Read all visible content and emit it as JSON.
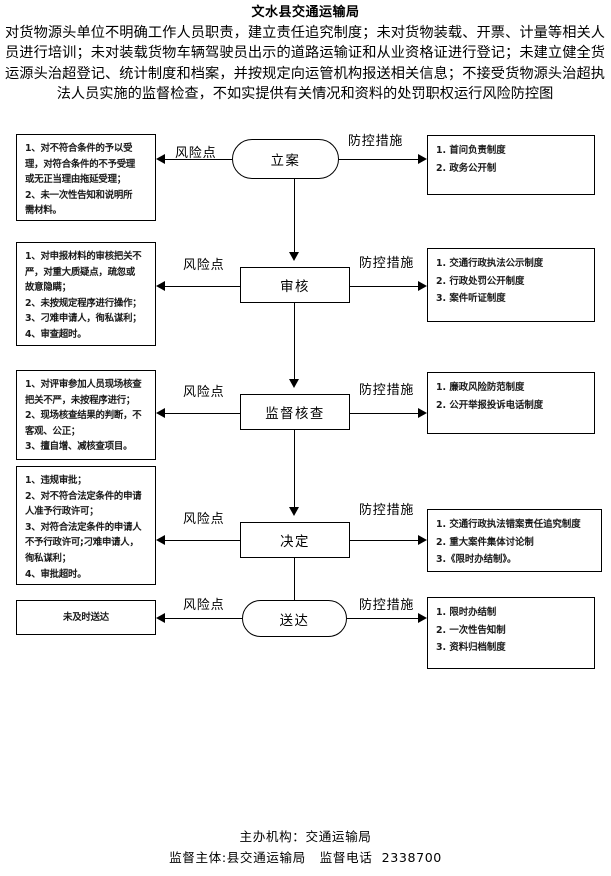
{
  "header": {
    "title": "文水县交通运输局",
    "subtitle": "对货物源头单位不明确工作人员职责，建立责任追究制度；未对货物装载、开票、计量等相关人员进行培训；未对装载货物车辆驾驶员出示的道路运输证和从业资格证进行登记；未建立健全货运源头治超登记、统计制度和档案，并按规定向运管机构报送相关信息；不接受货物源头治超执法人员实施的监督检查，不如实提供有关情况和资料的处罚职权运行风险防控图"
  },
  "labels": {
    "risk_point": "风险点",
    "control_measure": "防控措施"
  },
  "flow": {
    "steps": [
      {
        "node": "立案",
        "shape": "stadium",
        "risk_lines": [
          "1、对不符合条件的予以受",
          "理，对符合条件的不予受理",
          "或无正当理由拖延受理；",
          "2、未一次性告知和说明所",
          "需材料。"
        ],
        "measure_lines": [
          "1. 首问负责制度",
          "2. 政务公开制"
        ]
      },
      {
        "node": "审核",
        "shape": "rect",
        "risk_lines": [
          "1、对申报材料的审核把关不",
          "严，对重大质疑点，疏忽或",
          "故意隐瞒；",
          "2、未按规定程序进行操作；",
          "3、刁难申请人，徇私谋利；",
          "4、审查超时。"
        ],
        "measure_lines": [
          "1. 交通行政执法公示制度",
          "2. 行政处罚公开制度",
          "3. 案件听证制度"
        ]
      },
      {
        "node": "监督核查",
        "shape": "rect",
        "risk_lines": [
          "1、对评审参加人员现场核查",
          "把关不严，未按程序进行；",
          "2、现场核查结果的判断，不",
          "客观、公正；",
          "3、擅自增、减核查项目。"
        ],
        "measure_lines": [
          "1. 廉政风险防范制度",
          "2. 公开举报投诉电话制度"
        ]
      },
      {
        "node": "决定",
        "shape": "rect",
        "risk_lines": [
          "1、违规审批；",
          "2、对不符合法定条件的申请",
          "人准予行政许可；",
          "3、对符合法定条件的申请人",
          "不予行政许可;刁难申请人，",
          "徇私谋利；",
          "4、审批超时。"
        ],
        "measure_lines": [
          "1. 交通行政执法错案责任追究制度",
          "2. 重大案件集体讨论制",
          "3.《限时办结制》。"
        ]
      },
      {
        "node": "送达",
        "shape": "stadium",
        "risk_lines": [
          "未及时送达"
        ],
        "measure_lines": [
          "1. 限时办结制",
          "2. 一次性告知制",
          "3. 资料归档制度"
        ]
      }
    ]
  },
  "footer": {
    "line1": "主办机构：交通运输局",
    "line2": "监督主体:县交通运输局   监督电话  2338700"
  }
}
